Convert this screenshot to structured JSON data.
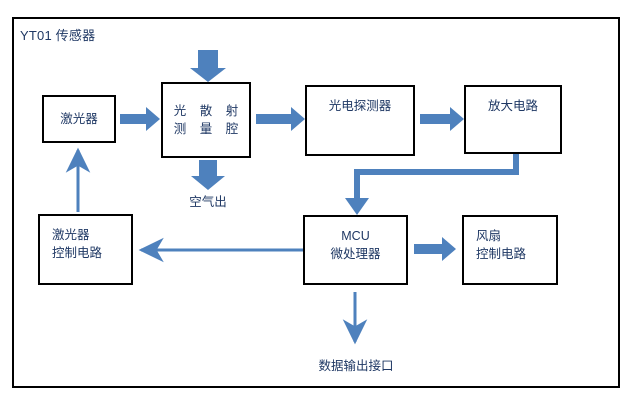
{
  "diagram": {
    "title": "YT01 传感器",
    "accent_color": "#4E81BD",
    "text_color": "#1F3864",
    "border_color": "#000000",
    "background": "#FFFFFF",
    "type": "block-diagram",
    "blocks": [
      {
        "id": "laser",
        "label_lines": [
          "激光器"
        ]
      },
      {
        "id": "chamber",
        "label_lines": [
          "光 散 射",
          "测 量 腔"
        ]
      },
      {
        "id": "photodetector",
        "label_lines": [
          "光电探测器"
        ]
      },
      {
        "id": "amplifier",
        "label_lines": [
          "放大电路"
        ]
      },
      {
        "id": "laser-control",
        "label_lines": [
          "激光器",
          "控制电路"
        ]
      },
      {
        "id": "mcu",
        "label_lines": [
          "MCU",
          "微处理器"
        ]
      },
      {
        "id": "fan-control",
        "label_lines": [
          "风扇",
          "控制电路"
        ]
      }
    ],
    "labels": [
      {
        "id": "air-out",
        "text": "空气出"
      },
      {
        "id": "data-output",
        "text": "数据输出接口"
      }
    ],
    "connections": [
      {
        "from": "air-in",
        "to": "chamber",
        "style": "block-arrow",
        "direction": "down"
      },
      {
        "from": "laser",
        "to": "chamber",
        "style": "block-arrow",
        "direction": "right"
      },
      {
        "from": "chamber",
        "to": "air-out",
        "style": "block-arrow",
        "direction": "down"
      },
      {
        "from": "chamber",
        "to": "photodetector",
        "style": "block-arrow",
        "direction": "right"
      },
      {
        "from": "photodetector",
        "to": "amplifier",
        "style": "block-arrow",
        "direction": "right"
      },
      {
        "from": "amplifier",
        "to": "mcu",
        "style": "elbow",
        "direction": "down-left"
      },
      {
        "from": "mcu",
        "to": "laser-control",
        "style": "line-arrow",
        "direction": "left"
      },
      {
        "from": "laser-control",
        "to": "laser",
        "style": "line-arrow",
        "direction": "up"
      },
      {
        "from": "mcu",
        "to": "fan-control",
        "style": "block-arrow",
        "direction": "right"
      },
      {
        "from": "mcu",
        "to": "data-output",
        "style": "line-arrow",
        "direction": "down"
      }
    ]
  }
}
